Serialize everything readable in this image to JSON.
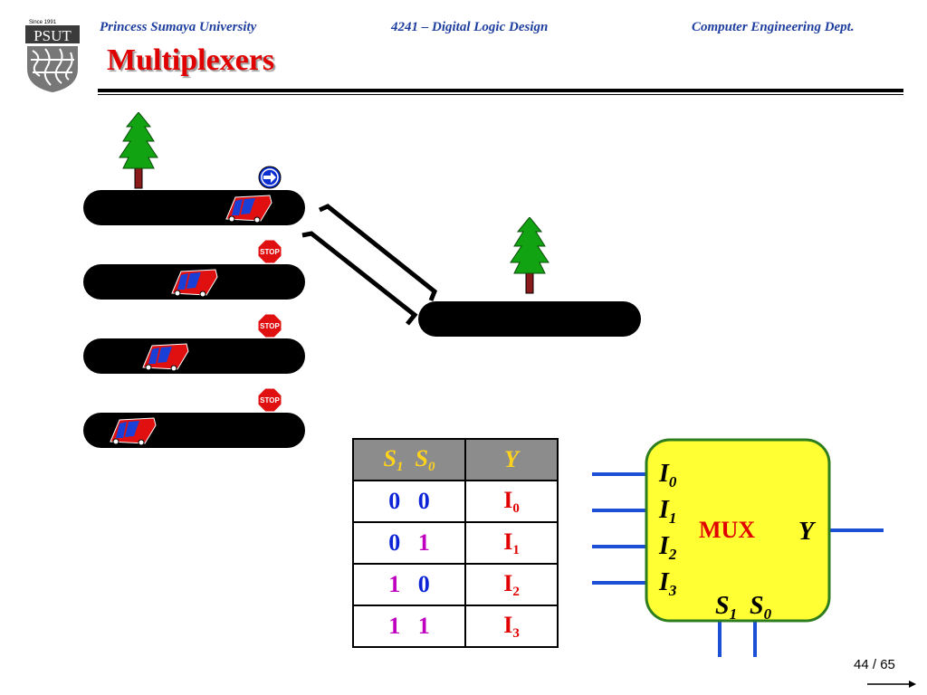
{
  "header": {
    "logo_text": "PSUT",
    "logo_since": "Since 1991",
    "university": "Princess Sumaya University",
    "course": "4241 – Digital Logic Design",
    "department": "Computer Engineering Dept."
  },
  "slide": {
    "title": "Multiplexers",
    "page_current": "44",
    "page_sep": " / ",
    "page_total": "65"
  },
  "signs": {
    "stop": "STOP"
  },
  "truth_table": {
    "headers": {
      "s1": "S",
      "s1_sub": "1",
      "s0": "S",
      "s0_sub": "0",
      "y": "Y"
    },
    "rows": [
      {
        "s1": "0",
        "s0": "0",
        "y": "I",
        "y_sub": "0"
      },
      {
        "s1": "0",
        "s0": "1",
        "y": "I",
        "y_sub": "1"
      },
      {
        "s1": "1",
        "s0": "0",
        "y": "I",
        "y_sub": "2"
      },
      {
        "s1": "1",
        "s0": "1",
        "y": "I",
        "y_sub": "3"
      }
    ]
  },
  "mux": {
    "label": "MUX",
    "output": "Y",
    "inputs": [
      {
        "name": "I",
        "sub": "0"
      },
      {
        "name": "I",
        "sub": "1"
      },
      {
        "name": "I",
        "sub": "2"
      },
      {
        "name": "I",
        "sub": "3"
      }
    ],
    "selects": [
      {
        "name": "S",
        "sub": "1"
      },
      {
        "name": "S",
        "sub": "0"
      }
    ],
    "colors": {
      "body": "#ffff33",
      "border": "#2e7d1e",
      "wire": "#1a4fd6",
      "label": "#e00000"
    }
  }
}
